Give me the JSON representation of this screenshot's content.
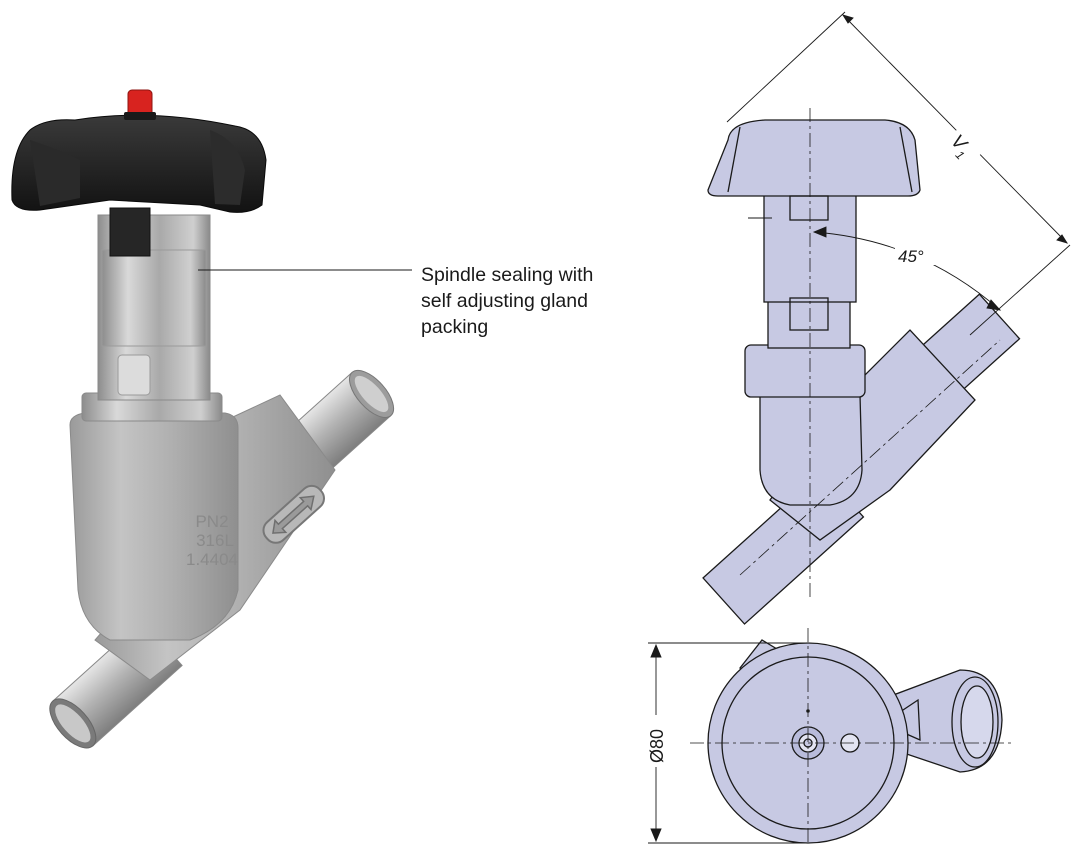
{
  "callout": {
    "lines": [
      "Spindle sealing with",
      "self adjusting gland",
      "packing"
    ]
  },
  "photo": {
    "marking_lines": [
      "PN2",
      "316L",
      "1.4404"
    ]
  },
  "side_view": {
    "dimension_label": "V",
    "dimension_subscript": "1",
    "angle_label": "45°"
  },
  "top_view": {
    "diameter_label": "Ø80"
  },
  "colors": {
    "drawing_fill": "#c7c9e3",
    "line": "#1a1a1a",
    "handwheel": "#1d1d1d",
    "steel": "#b5b5b5",
    "cap": "#d8231f"
  }
}
